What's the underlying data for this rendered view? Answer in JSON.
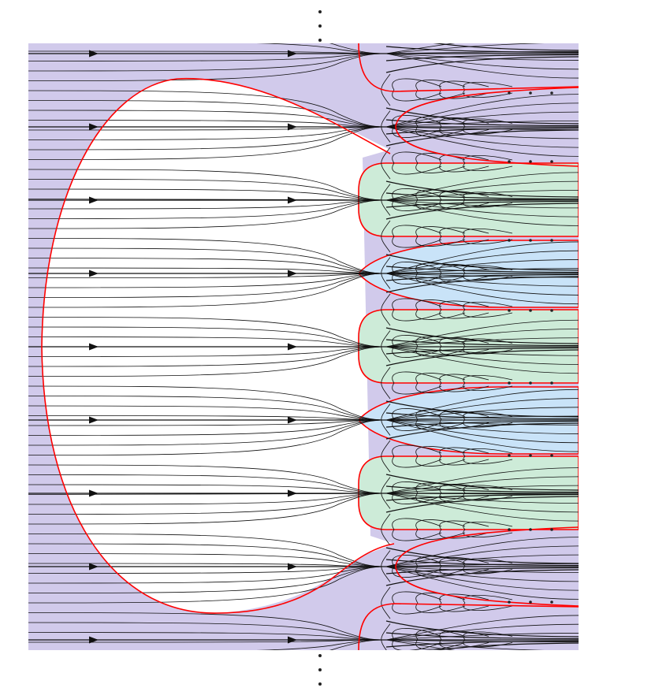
{
  "diagram": {
    "type": "phase-portrait",
    "colors": {
      "background": "#ffffff",
      "outer_region": "#d1caeb",
      "green_region": "#cdebd8",
      "blue_region": "#c9e3f8",
      "boundary": "#ff0000",
      "streamline": "#111111",
      "dots": "#222222"
    },
    "ellipsis_top": "⋮",
    "ellipsis_bottom": "⋮",
    "arrow_rows": 9,
    "right_dot_rows": 8
  }
}
